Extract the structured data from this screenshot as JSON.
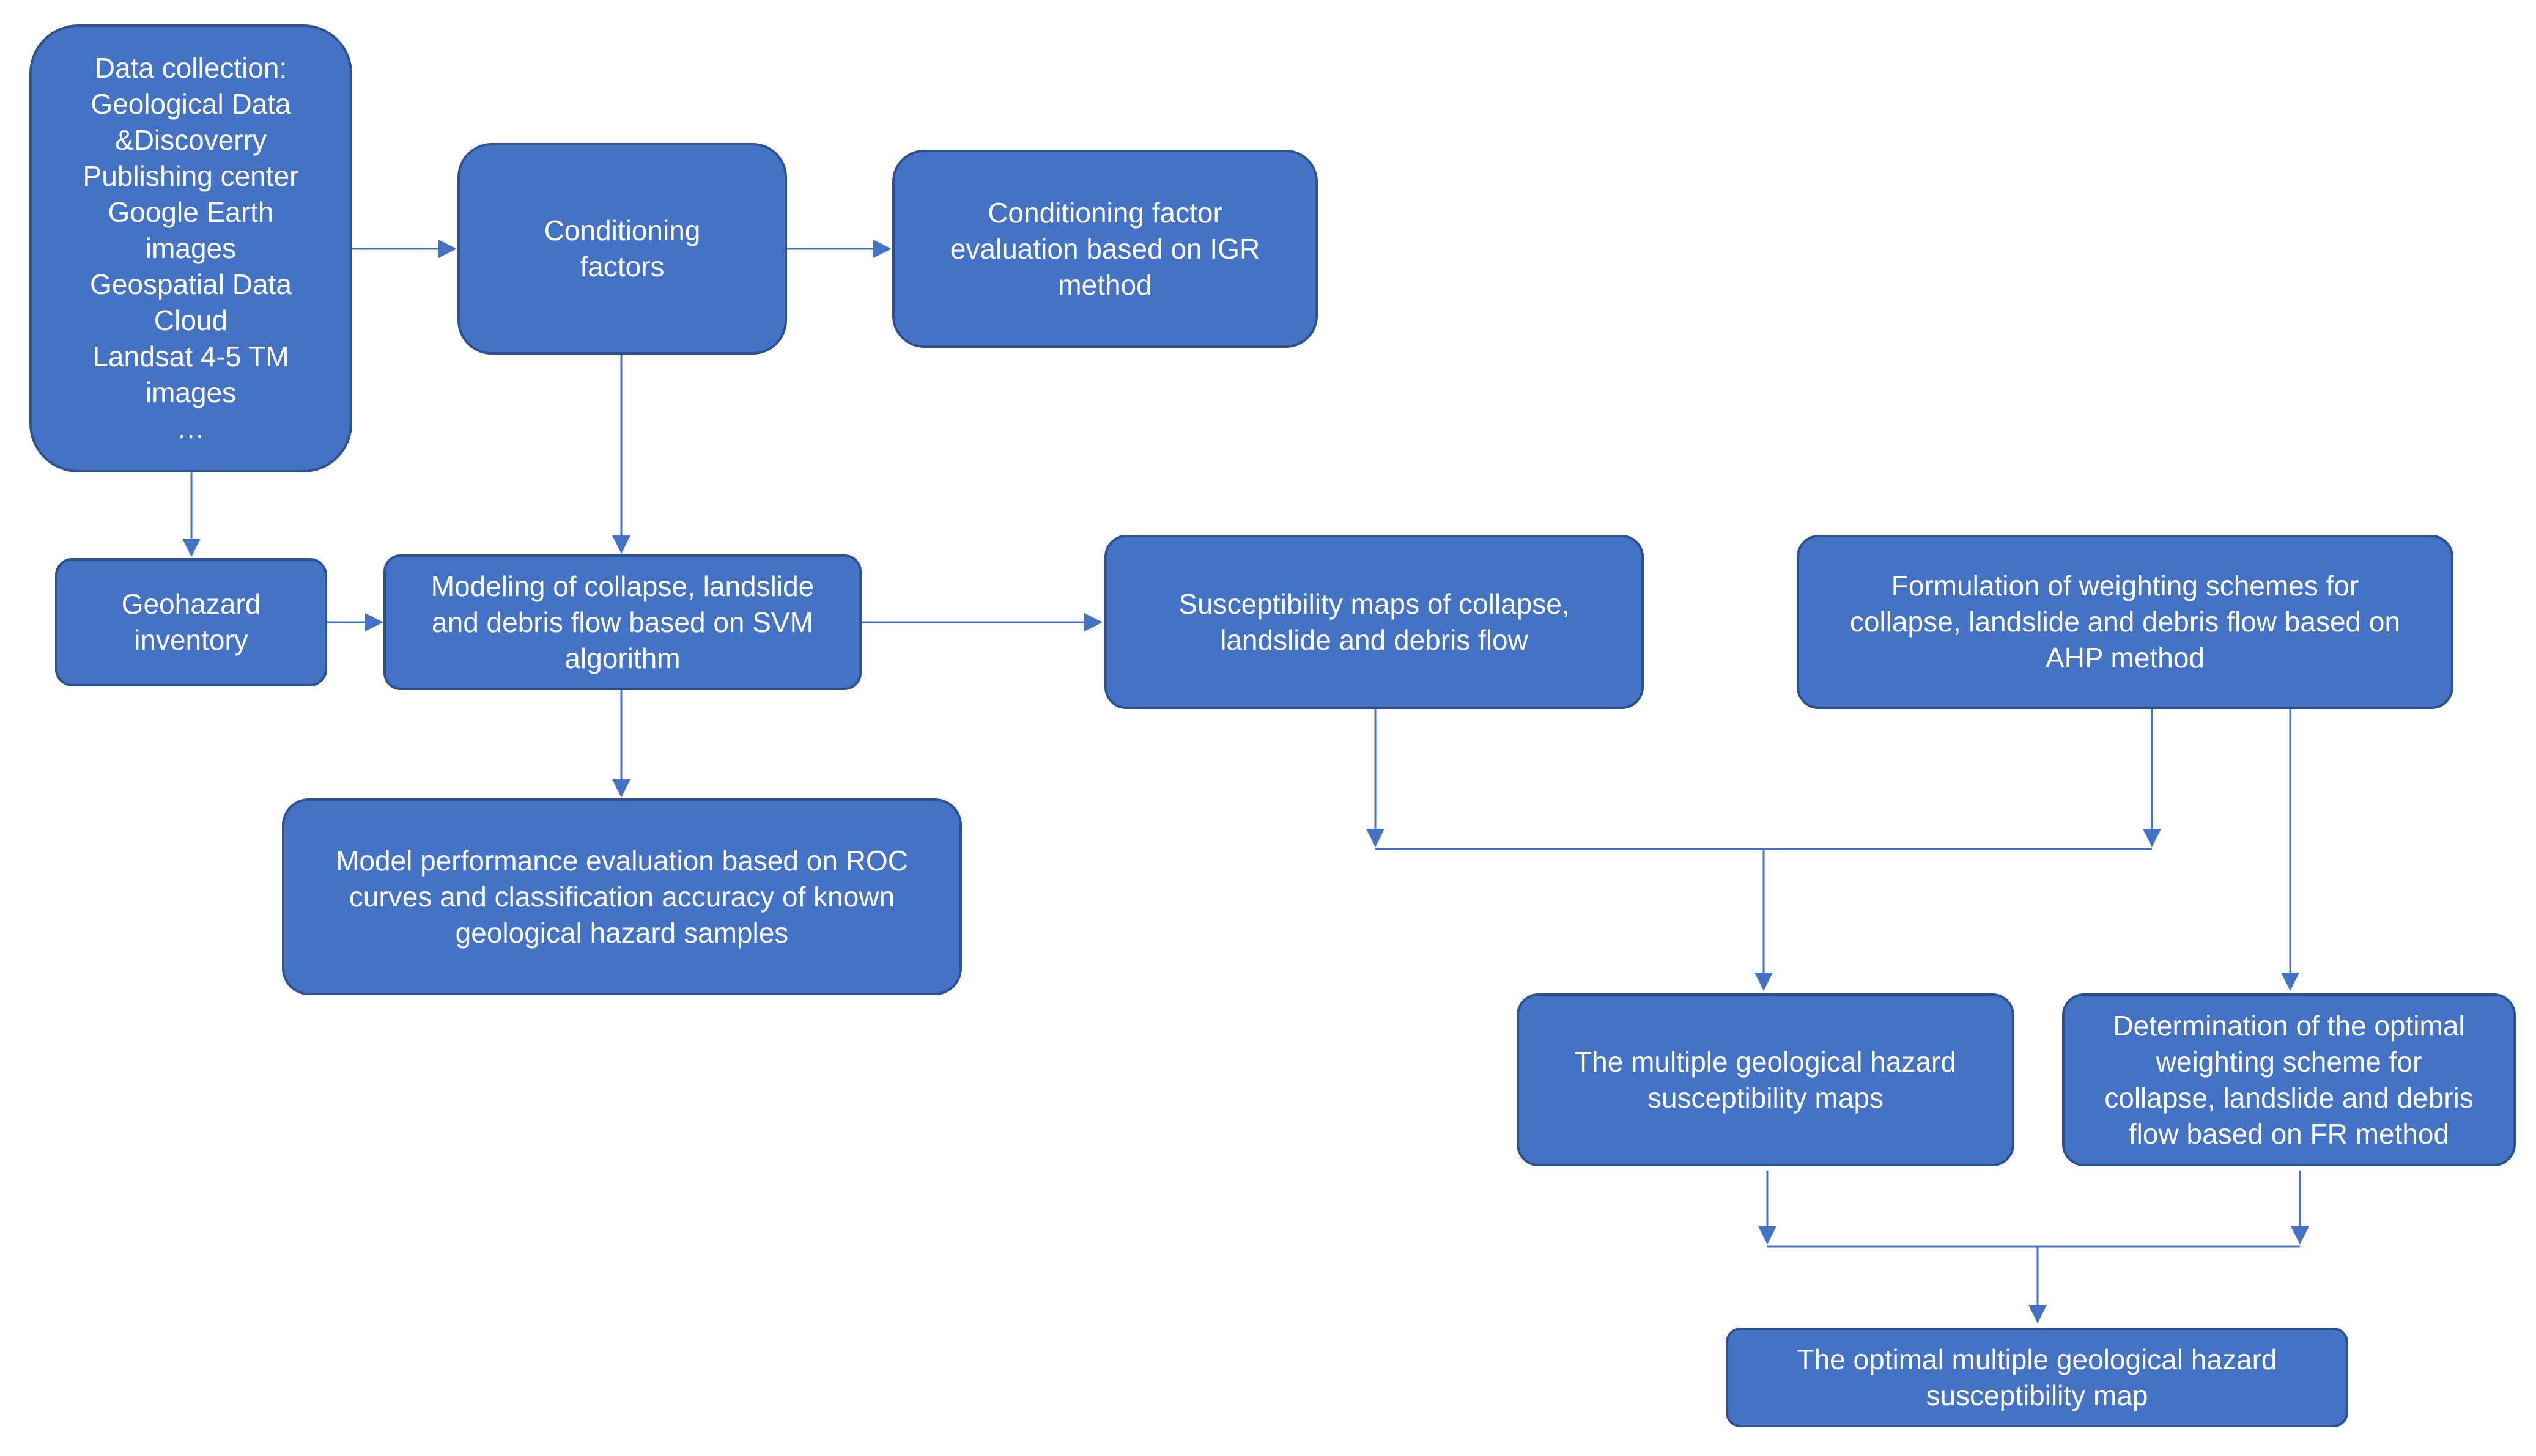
{
  "diagram": {
    "nodes": {
      "data_collection": "Data collection:\nGeological Data\n&Discoverry\nPublishing center\nGoogle Earth\nimages\nGeospatial Data\nCloud\nLandsat 4-5 TM\nimages\n…",
      "conditioning_factors": "Conditioning\nfactors",
      "igr_evaluation": "Conditioning factor\nevaluation based on IGR\nmethod",
      "geohazard_inventory": "Geohazard\ninventory",
      "svm_modeling": "Modeling of collapse, landslide\nand debris flow based on SVM\nalgorithm",
      "susceptibility_maps": "Susceptibility maps of collapse,\nlandslide and debris flow",
      "ahp_weighting": "Formulation of weighting schemes for\ncollapse, landslide and debris flow based on\nAHP method",
      "model_evaluation": "Model performance evaluation based on ROC\ncurves and classification accuracy of known\ngeological hazard samples",
      "multiple_maps": "The multiple geological hazard\nsusceptibility maps",
      "fr_determination": "Determination of the optimal\nweighting scheme for\ncollapse, landslide and debris\nflow based on FR method",
      "optimal_map": "The optimal multiple geological hazard\nsusceptibility map"
    },
    "colors": {
      "box_fill": "#4472C4",
      "box_border": "#2F528F",
      "arrow": "#4472C4",
      "text": "#FFFFFF"
    }
  }
}
